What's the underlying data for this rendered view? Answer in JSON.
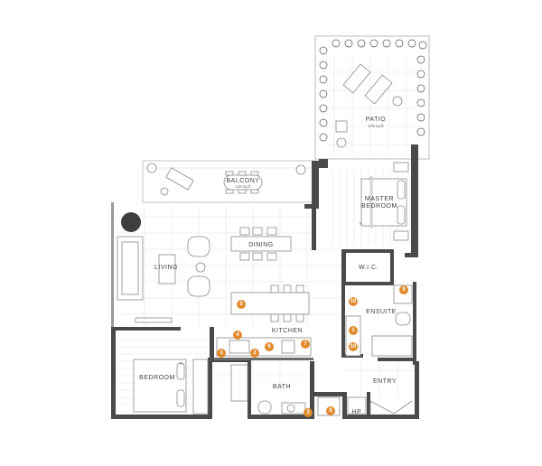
{
  "rooms": {
    "patio": "PATIO",
    "patio_area": "175 sq ft",
    "balcony": "BALCONY",
    "balcony_area": "110 sq ft",
    "master_bedroom_line1": "MASTER",
    "master_bedroom_line2": "BEDROOM",
    "master_bedroom_closet": "K.",
    "dining": "DINING",
    "living": "LIVING",
    "wic": "W.I.C.",
    "ensuite": "ENSUITE",
    "kitchen": "KITCHEN",
    "bedroom": "BEDROOM",
    "bedroom_closet": "K.",
    "bath": "BATH",
    "entry": "ENTRY",
    "hp": "HP"
  },
  "markers": {
    "island": "5",
    "kitchen_top": "4",
    "kitchen_left": "3",
    "kitchen_mid": "2",
    "kitchen_sink": "6",
    "kitchen_right": "7",
    "bath": "3",
    "laundry": "8",
    "ensuite_upper": "10",
    "ensuite_fridge": "1",
    "ensuite_lower": "10",
    "ensuite_right": "9"
  },
  "colors": {
    "marker": "#e08a2c",
    "wall": "#4a4a4a"
  }
}
